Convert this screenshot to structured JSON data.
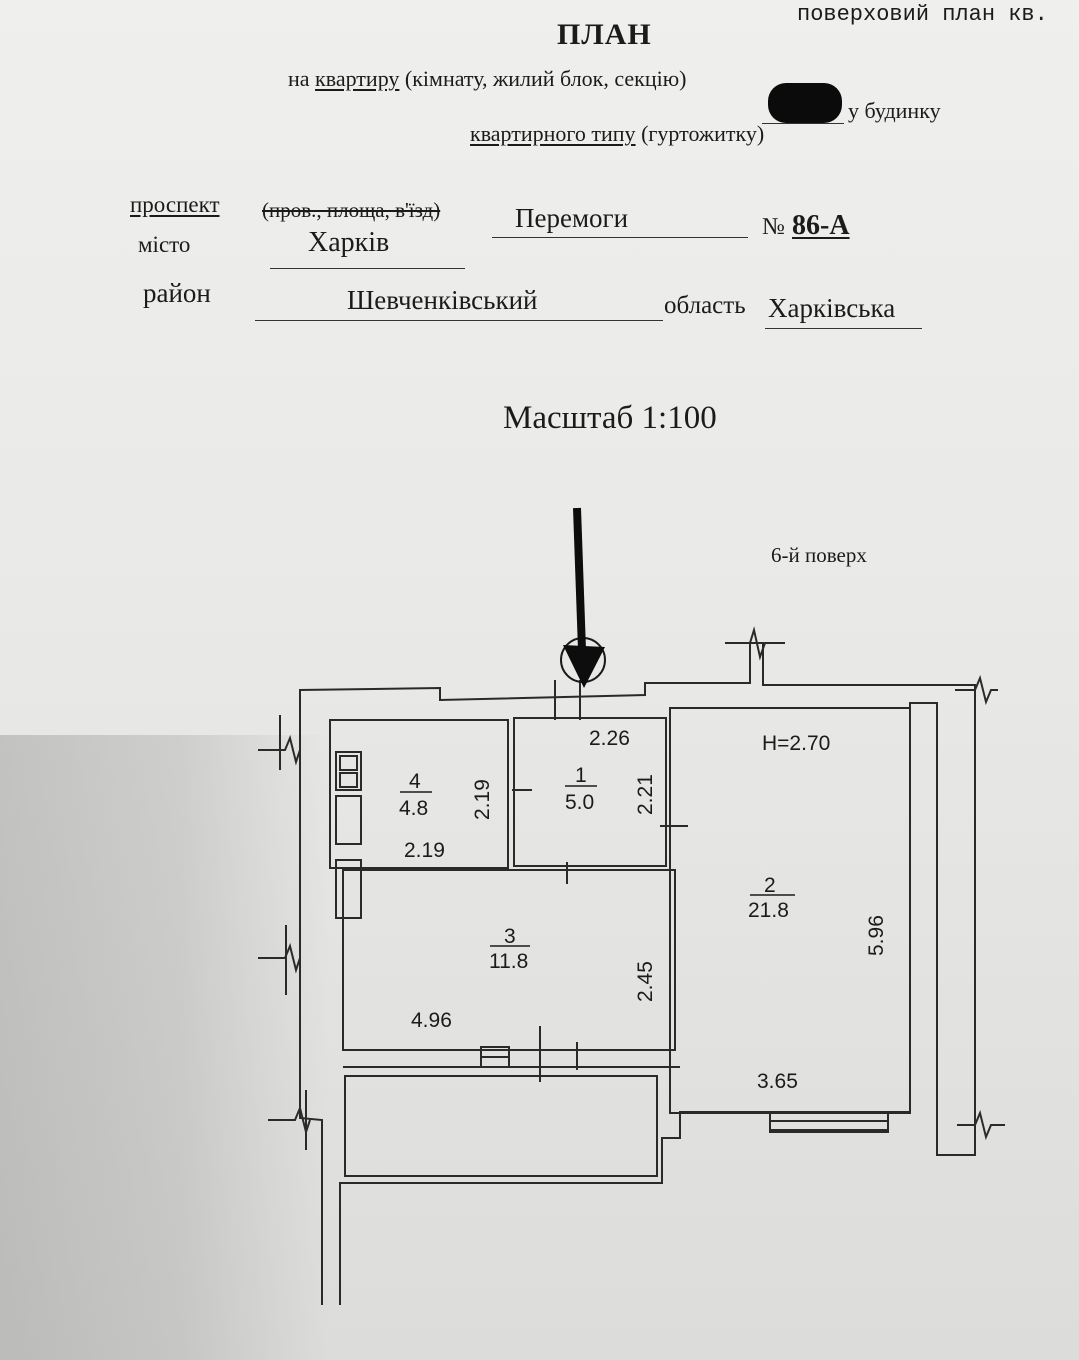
{
  "header": {
    "corner_note": "поверховий план кв.",
    "title": "ПЛАН",
    "line1_prefix": "на",
    "line1_underlined": "квартиру",
    "line1_rest": "(кімнату, жилий блок, секцію)",
    "line1_suffix": "у будинку",
    "line2_underlined": "квартирного типу",
    "line2_rest": "(гуртожитку)"
  },
  "address": {
    "street_type_label": "проспект",
    "street_type_alternatives": "(пров., площа, в'їзд)",
    "street_name": "Перемоги",
    "number_label": "№",
    "number_value": "86-А",
    "city_label": "місто",
    "city_value": "Харків",
    "district_label": "район",
    "district_value": "Шевченківський",
    "region_label": "область",
    "region_value": "Харківська"
  },
  "plan": {
    "scale": "Масштаб 1:100",
    "floor": "6-й поверх",
    "ceiling_height": "H=2.70",
    "rooms": [
      {
        "number": "1",
        "area": "5.0"
      },
      {
        "number": "2",
        "area": "21.8"
      },
      {
        "number": "3",
        "area": "11.8"
      },
      {
        "number": "4",
        "area": "4.8"
      }
    ],
    "dimensions": {
      "room1_width": "2.26",
      "room1_height": "2.21",
      "room4_width": "2.19",
      "room4_height": "2.19",
      "room3_width": "4.96",
      "room3_height": "2.45",
      "room2_width": "3.65",
      "room2_height": "5.96"
    }
  }
}
